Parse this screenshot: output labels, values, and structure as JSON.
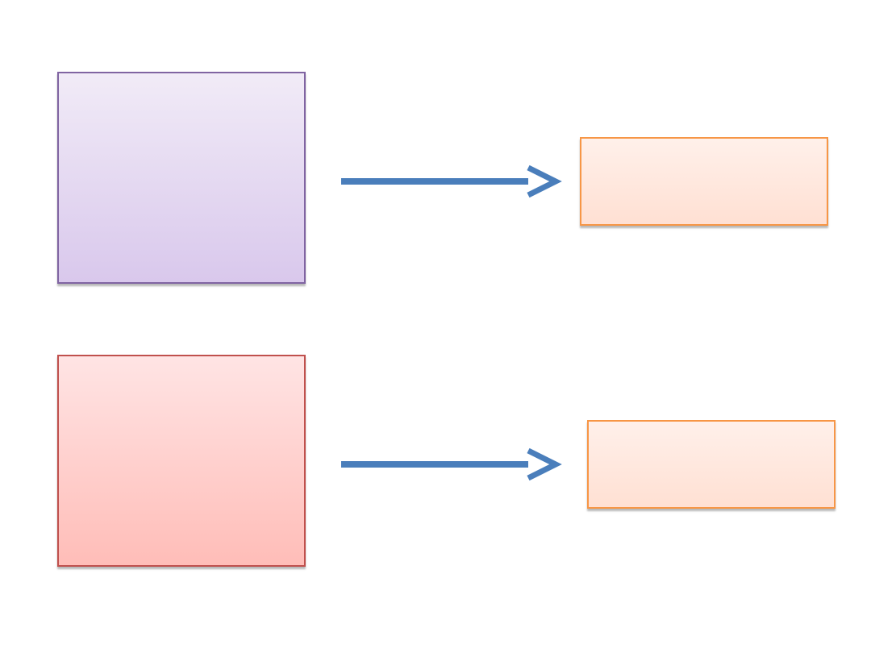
{
  "diagram": {
    "colors": {
      "arrow": "#4a7ebb",
      "purple_border": "#8064a2",
      "red_border": "#c0504d",
      "orange_border": "#f79646"
    },
    "boxes": [
      {
        "id": "box-purple",
        "text": "",
        "border": "#8064a2"
      },
      {
        "id": "box-orange-top",
        "text": "",
        "border": "#f79646"
      },
      {
        "id": "box-red",
        "text": "",
        "border": "#c0504d"
      },
      {
        "id": "box-orange-bottom",
        "text": "",
        "border": "#f79646"
      }
    ],
    "connectors": [
      {
        "from": "box-purple",
        "to": "box-orange-top",
        "type": "open-arrow"
      },
      {
        "from": "box-red",
        "to": "box-orange-bottom",
        "type": "open-arrow"
      }
    ]
  }
}
